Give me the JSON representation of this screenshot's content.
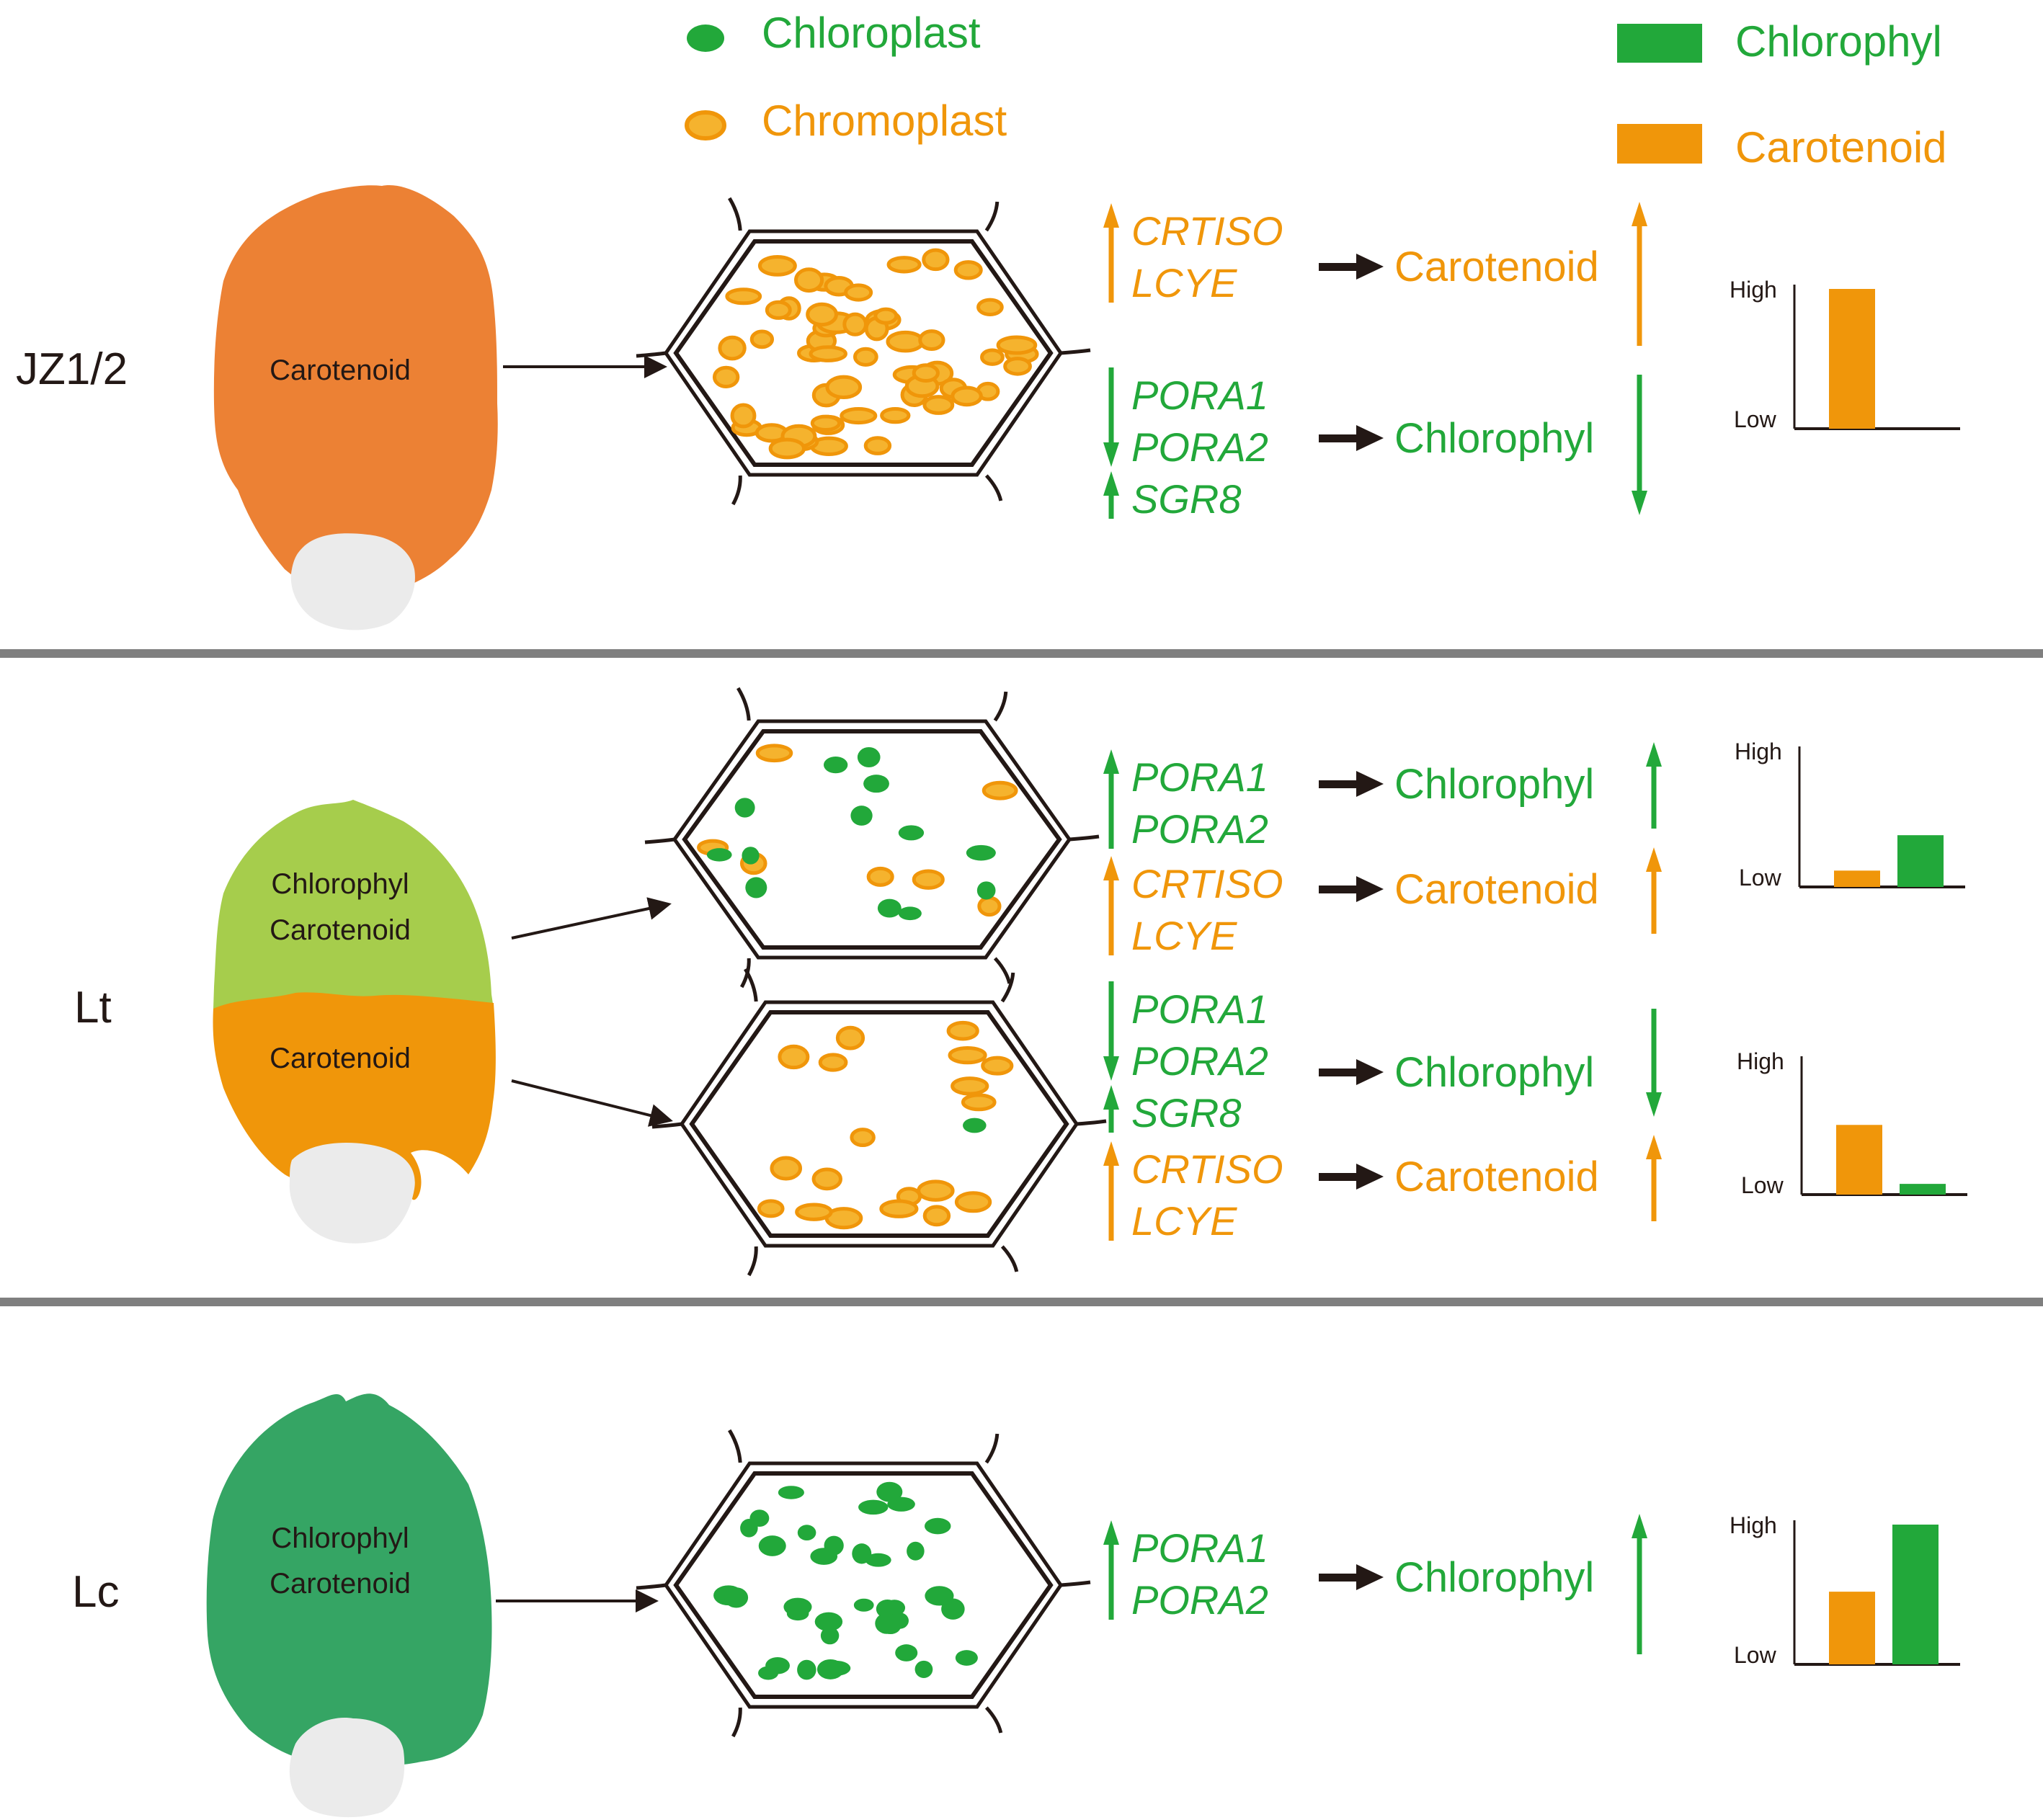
{
  "colors": {
    "green": "#22a83a",
    "orange": "#f0960a",
    "orange_light": "#f5b32e",
    "fruit_orange": "#ec8134",
    "fruit_light_green": "#a6cd4c",
    "fruit_green": "#35a564",
    "stem": "#ebebeb",
    "separator": "#7f7f7f",
    "ink": "#231815"
  },
  "legend": {
    "plastids": [
      {
        "label": "Chloroplast",
        "type": "chloroplast"
      },
      {
        "label": "Chromoplast",
        "type": "chromoplast"
      }
    ],
    "pigments": [
      {
        "label": "Chlorophyl",
        "type": "chlorophyl"
      },
      {
        "label": "Carotenoid",
        "type": "carotenoid"
      }
    ]
  },
  "axis_labels": {
    "high": "High",
    "low": "Low"
  },
  "rows": [
    {
      "id": "jz",
      "label": "JZ1/2",
      "fruit_texts": [
        "Carotenoid"
      ],
      "pathways": [
        {
          "genes": [
            {
              "name": "CRTISO",
              "dir": "up"
            },
            {
              "name": "LCYE",
              "dir": "up"
            }
          ],
          "product": "Carotenoid",
          "product_dir": "up",
          "color": "orange"
        },
        {
          "genes": [
            {
              "name": "PORA1",
              "dir": "down"
            },
            {
              "name": "PORA2",
              "dir": "down"
            },
            {
              "name": "SGR8",
              "dir": "up"
            }
          ],
          "product": "Chlorophyl",
          "product_dir": "down",
          "color": "green"
        }
      ],
      "charts": [
        {
          "carotenoid": 1.0,
          "chlorophyl": null
        }
      ]
    },
    {
      "id": "lt",
      "label": "Lt",
      "fruit_texts": [
        "Chlorophyl",
        "Carotenoid",
        "Carotenoid"
      ],
      "pathways": [
        {
          "genes": [
            {
              "name": "PORA1",
              "dir": "up"
            },
            {
              "name": "PORA2",
              "dir": "up"
            }
          ],
          "product": "Chlorophyl",
          "product_dir": "up",
          "color": "green"
        },
        {
          "genes": [
            {
              "name": "CRTISO",
              "dir": "up"
            },
            {
              "name": "LCYE",
              "dir": "up"
            }
          ],
          "product": "Carotenoid",
          "product_dir": "up",
          "color": "orange"
        },
        {
          "genes": [
            {
              "name": "PORA1",
              "dir": "down"
            },
            {
              "name": "PORA2",
              "dir": "down"
            },
            {
              "name": "SGR8",
              "dir": "up"
            }
          ],
          "product": "Chlorophyl",
          "product_dir": "down",
          "color": "green"
        },
        {
          "genes": [
            {
              "name": "CRTISO",
              "dir": "up"
            },
            {
              "name": "LCYE",
              "dir": "up"
            }
          ],
          "product": "Carotenoid",
          "product_dir": "up",
          "color": "orange"
        }
      ],
      "charts": [
        {
          "carotenoid": 0.12,
          "chlorophyl": 0.38
        },
        {
          "carotenoid": 0.52,
          "chlorophyl": 0.08
        }
      ]
    },
    {
      "id": "lc",
      "label": "Lc",
      "fruit_texts": [
        "Chlorophyl",
        "Carotenoid"
      ],
      "pathways": [
        {
          "genes": [
            {
              "name": "PORA1",
              "dir": "up"
            },
            {
              "name": "PORA2",
              "dir": "up"
            }
          ],
          "product": "Chlorophyl",
          "product_dir": "up",
          "color": "green"
        }
      ],
      "charts": [
        {
          "carotenoid": 0.52,
          "chlorophyl": 1.0
        }
      ]
    }
  ],
  "chart_data": [
    {
      "type": "bar",
      "title": "JZ1/2 pigment level",
      "categories": [
        "Carotenoid"
      ],
      "values": [
        1.0
      ],
      "ylabel": "",
      "ytick_labels": [
        "Low",
        "High"
      ],
      "ylim": [
        0,
        1
      ]
    },
    {
      "type": "bar",
      "title": "Lt (upper, green part) pigment level",
      "categories": [
        "Carotenoid",
        "Chlorophyl"
      ],
      "values": [
        0.12,
        0.38
      ],
      "ytick_labels": [
        "Low",
        "High"
      ],
      "ylim": [
        0,
        1
      ]
    },
    {
      "type": "bar",
      "title": "Lt (lower, orange part) pigment level",
      "categories": [
        "Carotenoid",
        "Chlorophyl"
      ],
      "values": [
        0.52,
        0.08
      ],
      "ytick_labels": [
        "Low",
        "High"
      ],
      "ylim": [
        0,
        1
      ]
    },
    {
      "type": "bar",
      "title": "Lc pigment level",
      "categories": [
        "Carotenoid",
        "Chlorophyl"
      ],
      "values": [
        0.52,
        1.0
      ],
      "ytick_labels": [
        "Low",
        "High"
      ],
      "ylim": [
        0,
        1
      ]
    }
  ]
}
